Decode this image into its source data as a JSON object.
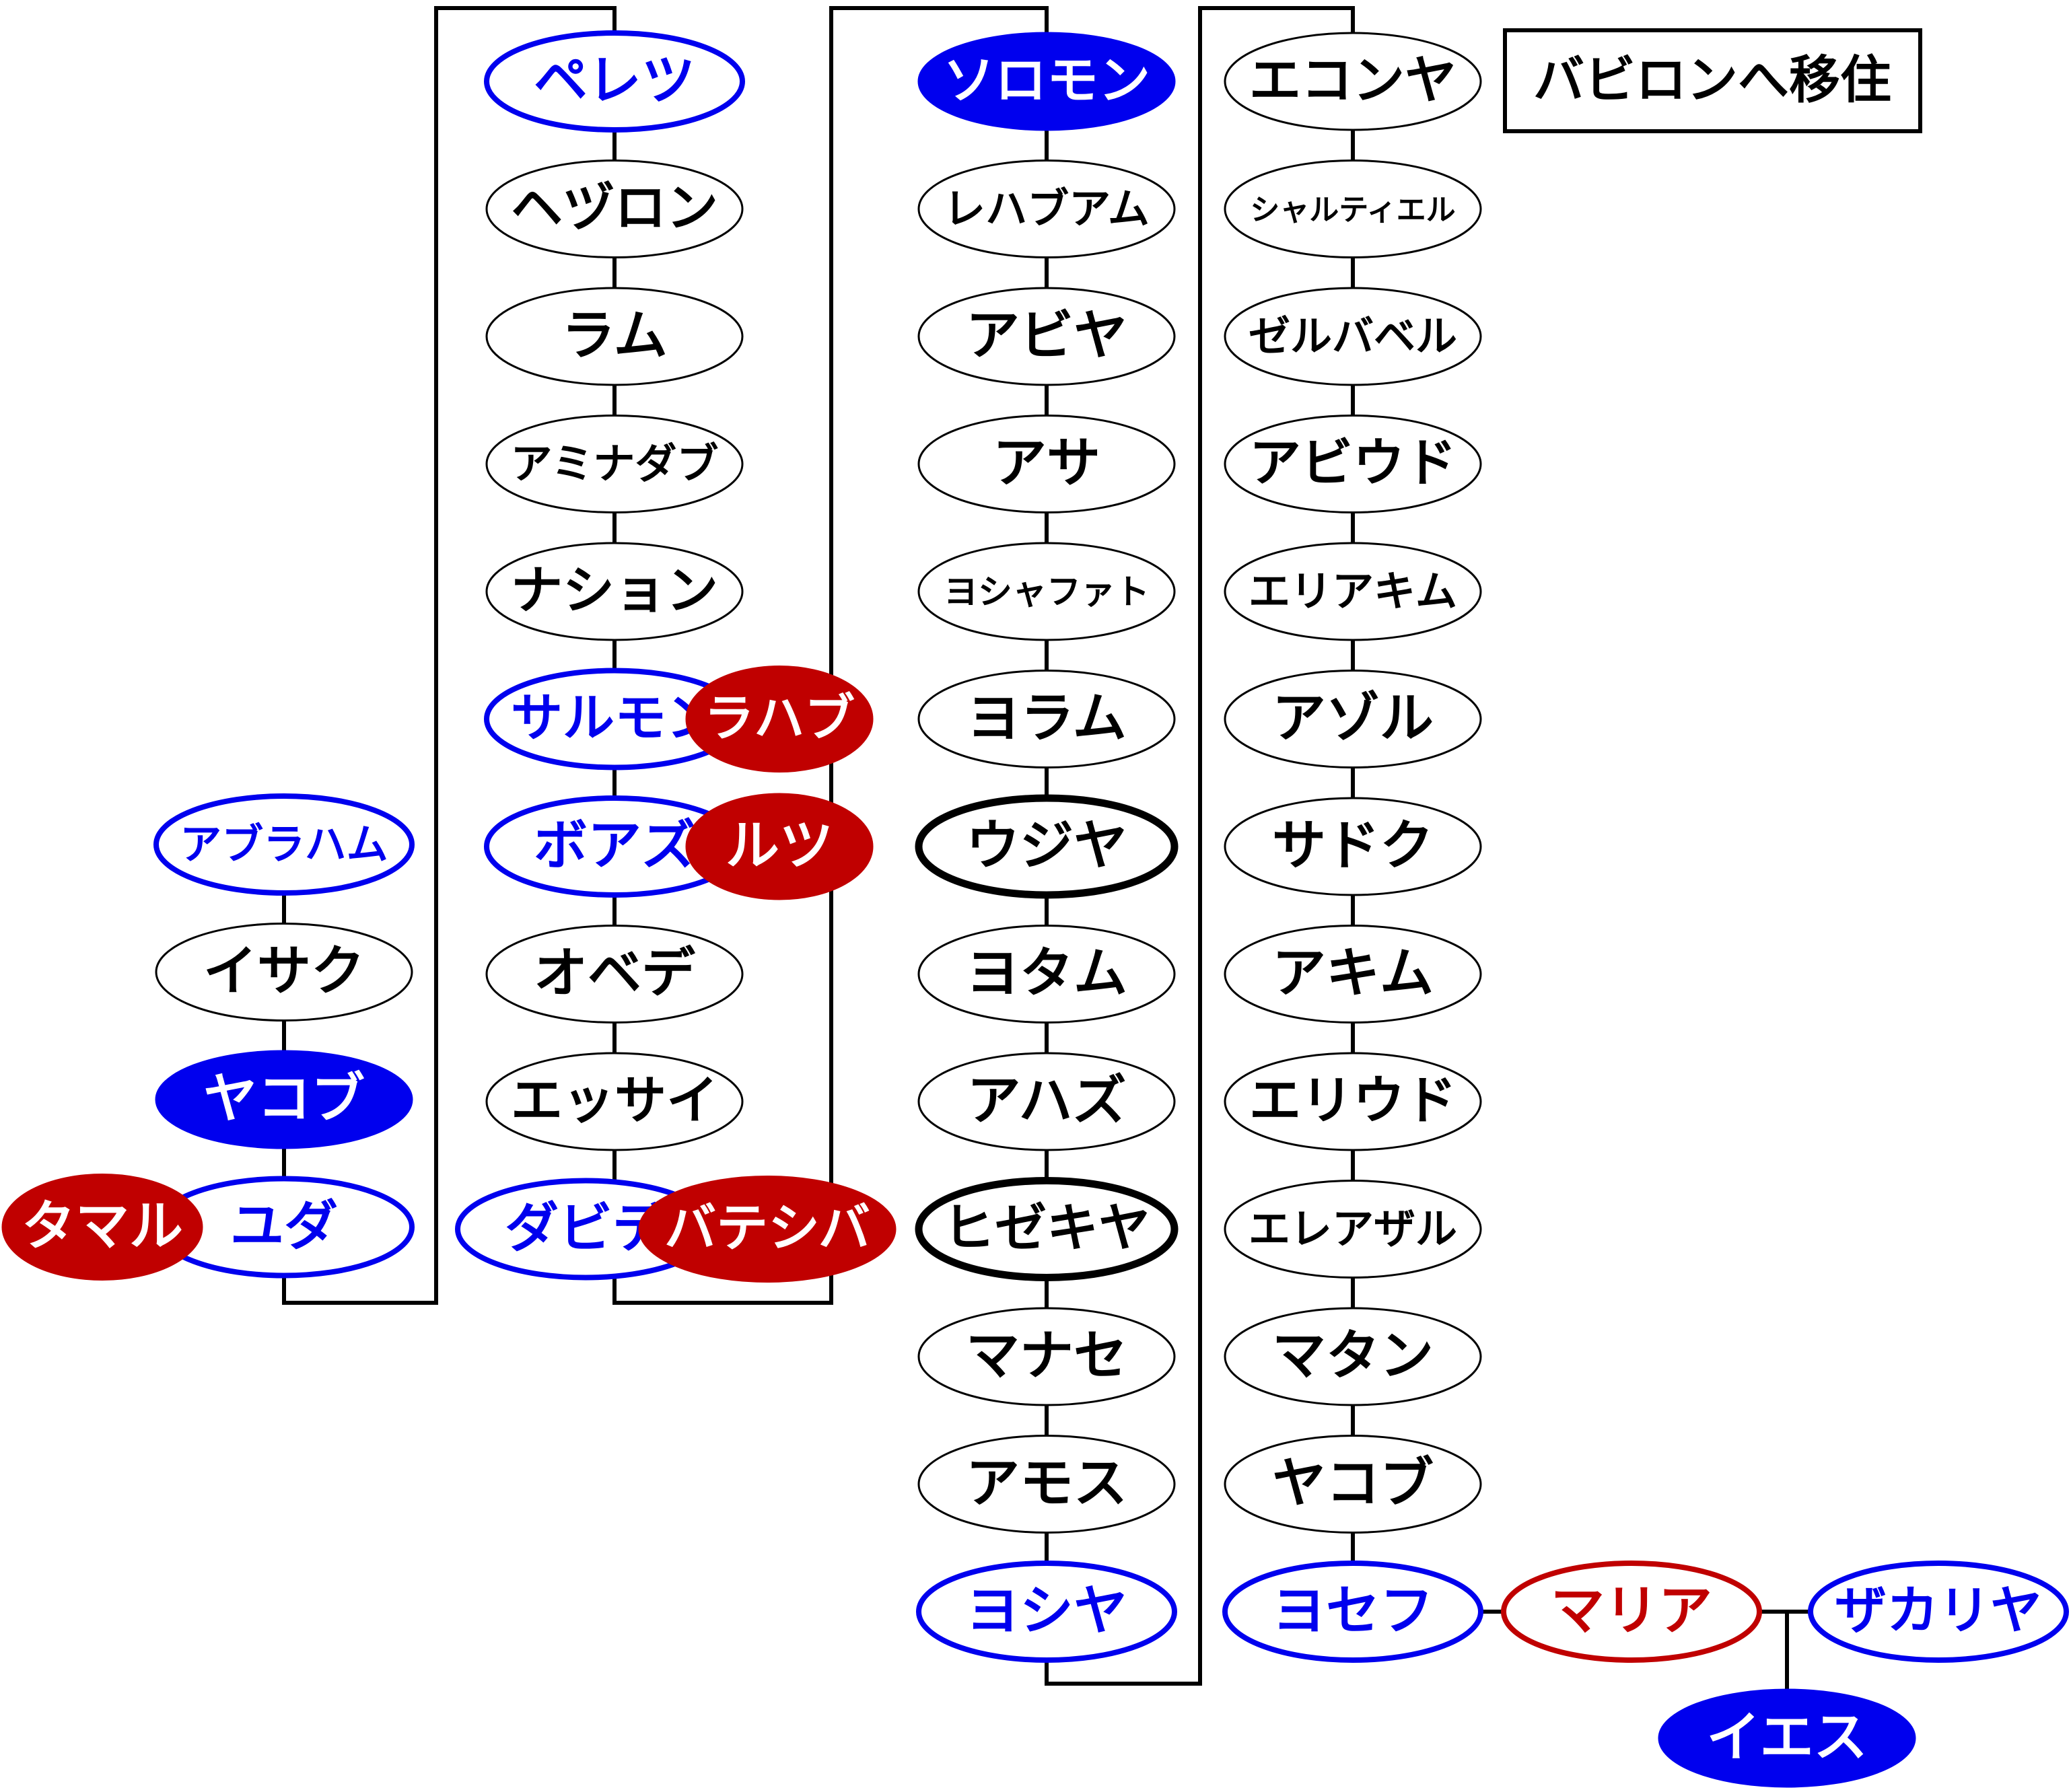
{
  "colors": {
    "blue": "#0000ee",
    "red": "#c00000",
    "black": "#000000",
    "white": "#ffffff"
  },
  "title_box": "バビロンへ移住",
  "columns": [
    {
      "id": "col1",
      "names": [
        "アブラハム",
        "イサク",
        "ヤコブ",
        "ユダ"
      ],
      "styles": [
        "blue-outline",
        "plain",
        "blue-fill",
        "blue-outline"
      ]
    },
    {
      "id": "col2",
      "names": [
        "ペレツ",
        "ヘヅロン",
        "ラム",
        "アミナダブ",
        "ナション",
        "サルモン",
        "ボアズ",
        "オベデ",
        "エッサイ",
        "ダビデ"
      ],
      "styles": [
        "blue-outline",
        "plain",
        "plain",
        "plain",
        "plain",
        "blue-outline",
        "blue-outline",
        "plain",
        "plain",
        "blue-outline"
      ]
    },
    {
      "id": "col3",
      "names": [
        "ソロモン",
        "レハブアム",
        "アビヤ",
        "アサ",
        "ヨシャファト",
        "ヨラム",
        "ウジヤ",
        "ヨタム",
        "アハズ",
        "ヒゼキヤ",
        "マナセ",
        "アモス",
        "ヨシヤ"
      ],
      "styles": [
        "blue-fill",
        "plain",
        "plain",
        "plain",
        "plain",
        "plain",
        "bold-outline",
        "plain",
        "plain",
        "bold-outline",
        "plain",
        "plain",
        "blue-outline"
      ]
    },
    {
      "id": "col4",
      "names": [
        "エコンヤ",
        "シャルティエル",
        "ゼルバベル",
        "アビウド",
        "エリアキム",
        "アゾル",
        "サドク",
        "アキム",
        "エリウド",
        "エレアザル",
        "マタン",
        "ヤコブ",
        "ヨセフ"
      ],
      "styles": [
        "plain",
        "plain",
        "plain",
        "plain",
        "plain",
        "plain",
        "plain",
        "plain",
        "plain",
        "plain",
        "plain",
        "plain",
        "blue-outline"
      ]
    }
  ],
  "women": [
    {
      "name": "タマル",
      "beside": "ユダ"
    },
    {
      "name": "ラハブ",
      "beside": "サルモン"
    },
    {
      "name": "ルツ",
      "beside": "ボアズ"
    },
    {
      "name": "バテシバ",
      "beside": "ダビデ"
    }
  ],
  "family_end": {
    "mary": "マリア",
    "zechariah": "ザカリヤ",
    "jesus": "イエス"
  }
}
